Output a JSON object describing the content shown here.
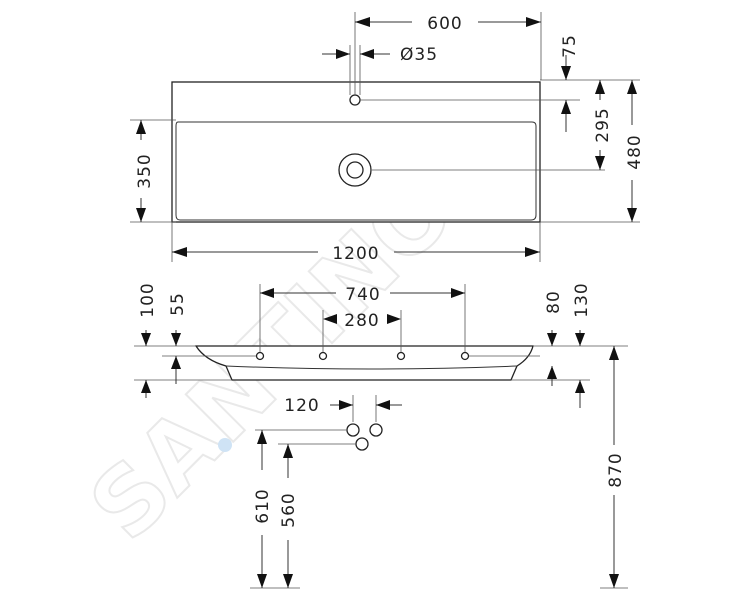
{
  "watermark": "SANTINO",
  "top_view": {
    "dims": {
      "tap_offset": "600",
      "tap_hole": "Ø35",
      "back_rim": "75",
      "tap_to_drain": "295",
      "total_depth": "480",
      "bowl_depth": "350",
      "total_width": "1200"
    }
  },
  "front_view": {
    "dims": {
      "bracket_spacing_outer": "740",
      "bracket_spacing_inner": "280",
      "rim_height_total": "100",
      "rim_height_bracket": "55",
      "right_bracket_height": "80",
      "right_total_height": "130",
      "waste_spacing": "120",
      "waste_height_upper": "610",
      "waste_height_lower": "560",
      "mounting_height": "870"
    }
  },
  "colors": {
    "line": "#222222",
    "watermark": "#e9e9e9"
  }
}
